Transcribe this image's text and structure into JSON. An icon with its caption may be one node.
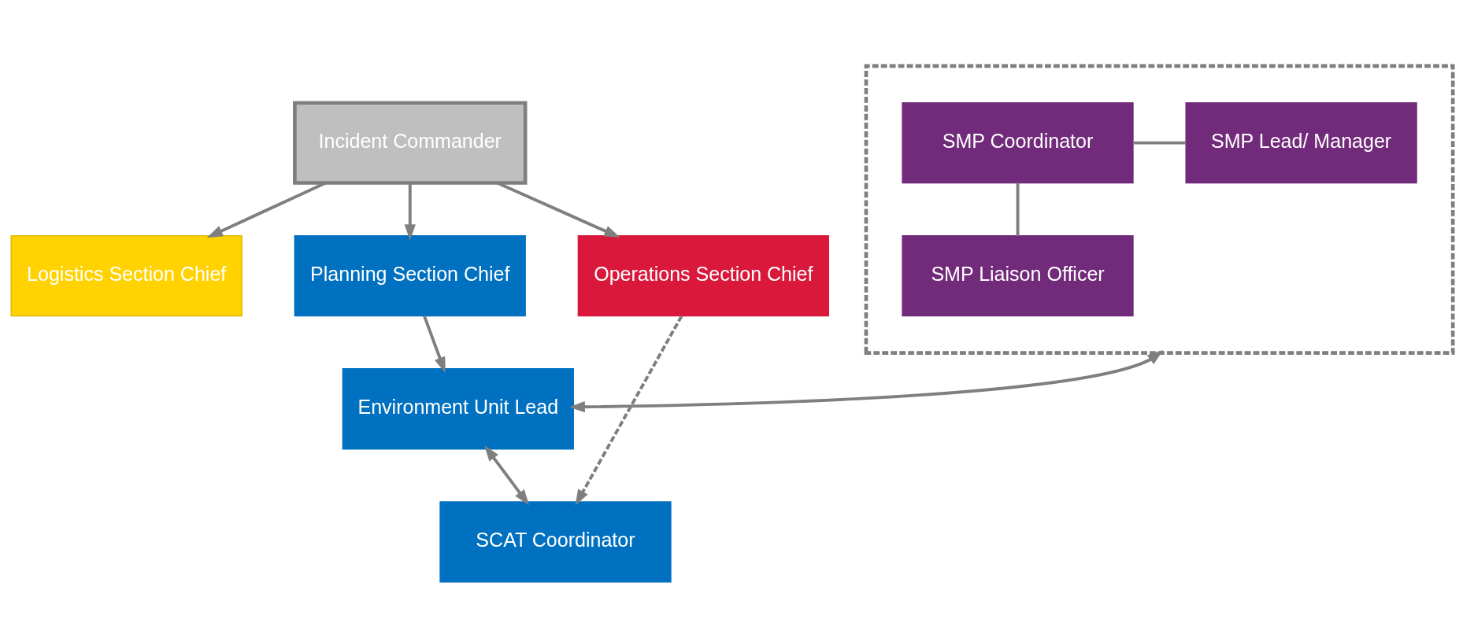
{
  "diagram": {
    "nodes": [
      {
        "text": [
          "Incident Commander"
        ]
      },
      {
        "text": [
          "Logistics Section Chief"
        ]
      },
      {
        "text": [
          "Planning Section Chief"
        ]
      },
      {
        "text": [
          "Operations Section Chief"
        ]
      },
      {
        "text": [],
        "shape": "box"
      },
      {
        "text": [
          "SMP Coordinator"
        ],
        "in": 4
      },
      {
        "text": [
          "SMP Lead/ Manager"
        ],
        "in": 4
      },
      {
        "text": [
          "SMP Liaison Officer"
        ],
        "in": 4
      },
      {
        "text": [
          "Environment Unit Lead"
        ]
      },
      {
        "text": [
          "SCAT Coordinator"
        ]
      }
    ],
    "edges": [
      {
        "from": 0,
        "to": 1,
        "arrow": "to"
      },
      {
        "from": 0,
        "to": 2,
        "arrow": "to"
      },
      {
        "from": 0,
        "to": 3,
        "arrow": "to"
      },
      {
        "from": 2,
        "to": 8,
        "arrow": "to"
      },
      {
        "from": 4,
        "to": 8,
        "arrow": "both"
      },
      {
        "from": 5,
        "to": 6,
        "arrow": "none"
      },
      {
        "from": 5,
        "to": 7,
        "arrow": "none"
      },
      {
        "from": 8,
        "to": 9,
        "arrow": "both"
      },
      {
        "from": 3,
        "to": 9,
        "arrow": "to",
        "style": "dashed"
      }
    ]
  }
}
